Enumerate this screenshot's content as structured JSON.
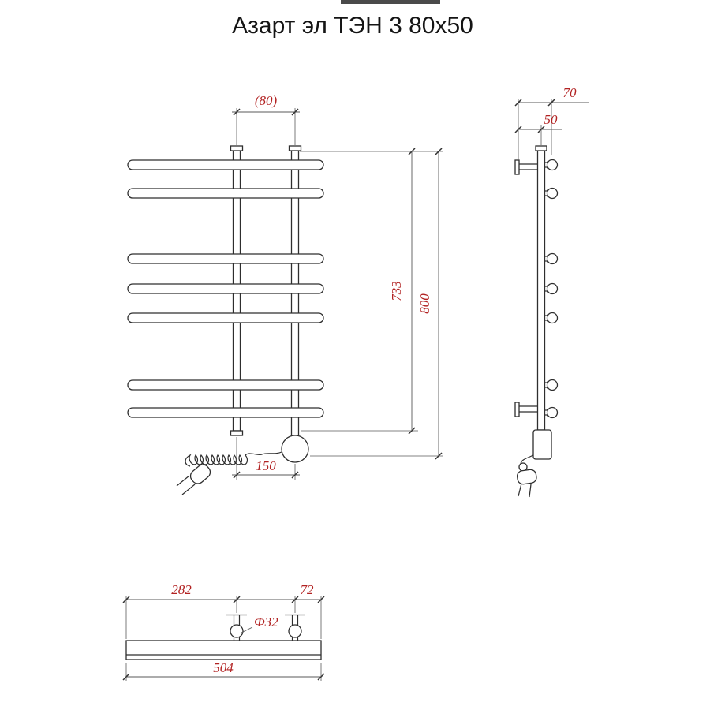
{
  "title": "Азарт эл ТЭН 3 80х50",
  "colors": {
    "line": "#2e2e2e",
    "dimension_line": "#5a5a5a",
    "dimension_text": "#b22222"
  },
  "front_view": {
    "top_width_label": "(80)",
    "rail_height_label": "733",
    "overall_height_label": "800",
    "post_spacing_label": "150"
  },
  "side_view": {
    "overall_depth_label": "70",
    "wall_offset_label": "50"
  },
  "bottom_view": {
    "left_span_label": "282",
    "right_span_label": "72",
    "tube_diameter_label": "Ф32",
    "overall_width_label": "504"
  }
}
